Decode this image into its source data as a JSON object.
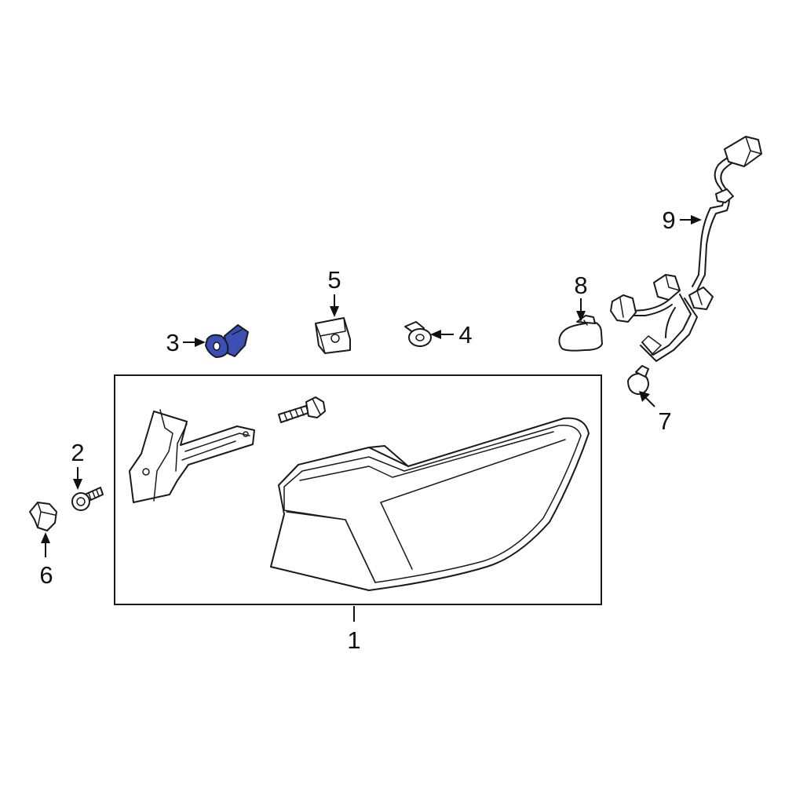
{
  "diagram": {
    "highlight_color": "#3b4fb5",
    "callouts": {
      "c1": "1",
      "c2": "2",
      "c3": "3",
      "c4": "4",
      "c5": "5",
      "c6": "6",
      "c7": "7",
      "c8": "8",
      "c9": "9"
    }
  }
}
